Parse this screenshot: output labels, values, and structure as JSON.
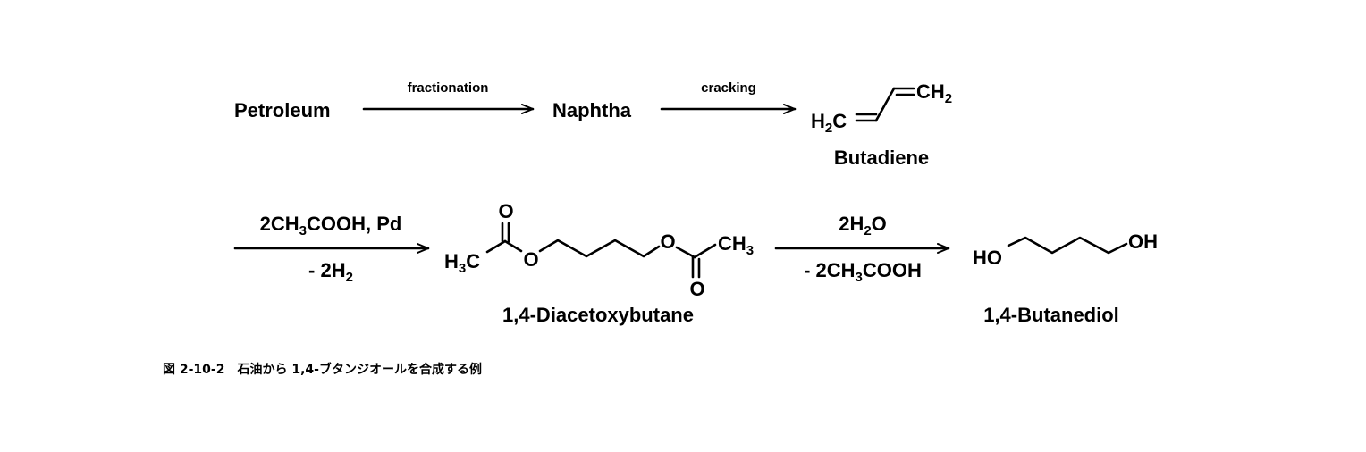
{
  "row1": {
    "start": "Petroleum",
    "step1_label": "fractionation",
    "middle": "Naphtha",
    "step2_label": "cracking",
    "product": {
      "left_group": [
        "H",
        "2",
        "C"
      ],
      "right_group": [
        "CH",
        "2"
      ],
      "name": "Butadiene"
    }
  },
  "row2": {
    "step3_above": [
      "2CH",
      "3",
      "COOH, Pd"
    ],
    "step3_below": [
      "- 2H",
      "2"
    ],
    "intermediate": {
      "left_group": [
        "H",
        "3",
        "C"
      ],
      "right_group": [
        "CH",
        "3"
      ],
      "oxygen": "O",
      "name": "1,4-Diacetoxybutane"
    },
    "step4_above": [
      "2H",
      "2",
      "O"
    ],
    "step4_below": [
      "- 2CH",
      "3",
      "COOH"
    ],
    "product": {
      "left_group": "HO",
      "right_group": "OH",
      "name": "1,4-Butanediol"
    }
  },
  "caption": "図 2-10-2　石油から 1,4-ブタンジオールを合成する例"
}
